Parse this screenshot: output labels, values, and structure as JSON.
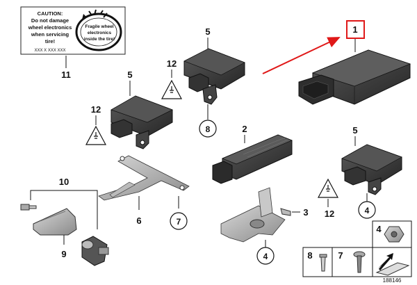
{
  "caution_label": {
    "title": "CAUTION:",
    "lines": [
      "Do not damage",
      "wheel electronics",
      "when servicing",
      "tire!"
    ],
    "code": "XXX X XXX XXX",
    "bubble_lines": [
      "Fragile wheel",
      "electronics",
      "inside the tire!"
    ]
  },
  "callouts": {
    "c1": "1",
    "c2": "2",
    "c3": "3",
    "c4a": "4",
    "c4b": "4",
    "c4c": "4",
    "c5a": "5",
    "c5b": "5",
    "c5c": "5",
    "c6": "6",
    "c7a": "7",
    "c7b": "7",
    "c8a": "8",
    "c8b": "8",
    "c9": "9",
    "c10": "10",
    "c11": "11",
    "c12a": "12",
    "c12b": "12",
    "c12c": "12"
  },
  "diagram_id": "188146",
  "colors": {
    "highlight": "#e01818",
    "part": "#3a3a3a",
    "line": "#111111"
  }
}
